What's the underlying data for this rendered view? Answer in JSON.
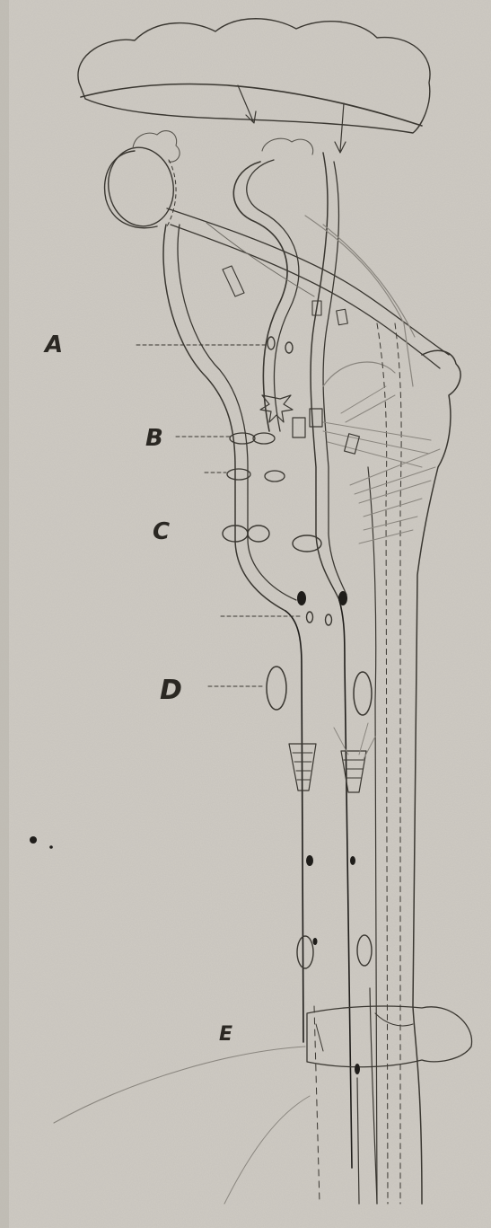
{
  "labels": {
    "a": "A",
    "b": "B",
    "c": "C",
    "d": "D",
    "e": "E"
  },
  "colors": {
    "paper": "#cfcbc4",
    "ink": "#3a3731",
    "ink_dark": "#1f1d1a",
    "ink_light": "#8a867f"
  }
}
